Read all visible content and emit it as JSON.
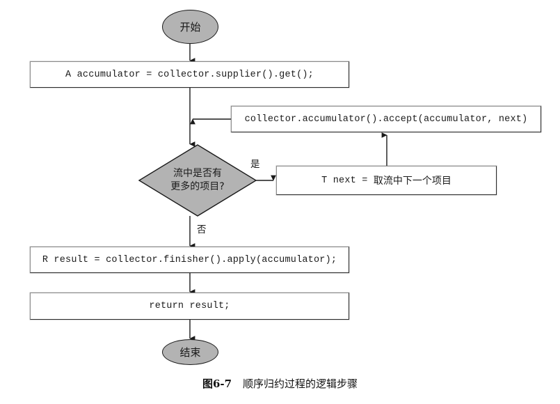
{
  "figure": {
    "caption_number": "图6-7",
    "caption_text": "顺序归约过程的逻辑步骤"
  },
  "flowchart": {
    "title": "顺序归约过程的逻辑步骤",
    "nodes": {
      "start": {
        "label": "开始",
        "shape": "oval",
        "fill": "#b3b3b3"
      },
      "init_accumulator": {
        "label": "A accumulator = collector.supplier().get();",
        "shape": "rectangle",
        "fill": "#ffffff"
      },
      "accumulate": {
        "label": "collector.accumulator().accept(accumulator, next)",
        "shape": "rectangle",
        "fill": "#ffffff"
      },
      "decision_more_items": {
        "line1": "流中是否有",
        "line2": "更多的项目?",
        "shape": "diamond",
        "fill": "#b3b3b3"
      },
      "next_item": {
        "code": "T next",
        "equals": " = ",
        "text": "取流中下一个项目",
        "shape": "rectangle",
        "fill": "#ffffff"
      },
      "finish": {
        "label": "R result = collector.finisher().apply(accumulator);",
        "shape": "rectangle",
        "fill": "#ffffff"
      },
      "return_result": {
        "label": "return result;",
        "shape": "rectangle",
        "fill": "#ffffff"
      },
      "end": {
        "label": "结束",
        "shape": "oval",
        "fill": "#b3b3b3"
      }
    },
    "edge_labels": {
      "yes": "是",
      "no": "否"
    },
    "colors": {
      "shape_fill_gray": "#b3b3b3",
      "shape_fill_white": "#ffffff",
      "stroke": "#1a1a1a",
      "background": "#ffffff"
    }
  }
}
